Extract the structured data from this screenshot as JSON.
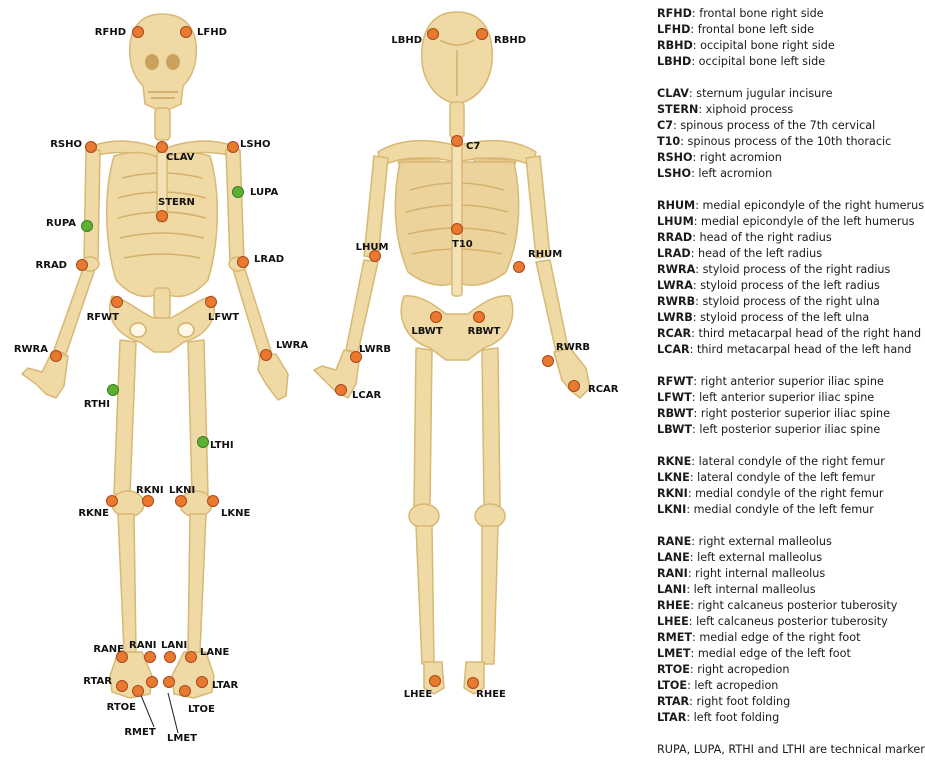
{
  "colors": {
    "bone": "#efd9a4",
    "bone_outline": "#d8b873",
    "bone_shade": "#e2c388",
    "anatomical_marker": "#e8792e",
    "technical_marker": "#5cb135",
    "marker_outline": "#a9471b",
    "technical_outline": "#3a7f1f"
  },
  "figures": {
    "front": {
      "markers": [
        {
          "code": "RFHD",
          "type": "anatomical"
        },
        {
          "code": "LFHD",
          "type": "anatomical"
        },
        {
          "code": "RSHO",
          "type": "anatomical"
        },
        {
          "code": "CLAV",
          "type": "anatomical"
        },
        {
          "code": "LSHO",
          "type": "anatomical"
        },
        {
          "code": "LUPA",
          "type": "technical"
        },
        {
          "code": "STERN",
          "type": "anatomical"
        },
        {
          "code": "RUPA",
          "type": "technical"
        },
        {
          "code": "RRAD",
          "type": "anatomical"
        },
        {
          "code": "LRAD",
          "type": "anatomical"
        },
        {
          "code": "RFWT",
          "type": "anatomical"
        },
        {
          "code": "LFWT",
          "type": "anatomical"
        },
        {
          "code": "RWRA",
          "type": "anatomical"
        },
        {
          "code": "LWRA",
          "type": "anatomical"
        },
        {
          "code": "RTHI",
          "type": "technical"
        },
        {
          "code": "LTHI",
          "type": "technical"
        },
        {
          "code": "RKNI",
          "type": "anatomical"
        },
        {
          "code": "LKNI",
          "type": "anatomical"
        },
        {
          "code": "RKNE",
          "type": "anatomical"
        },
        {
          "code": "LKNE",
          "type": "anatomical"
        },
        {
          "code": "RANE",
          "type": "anatomical"
        },
        {
          "code": "RANI",
          "type": "anatomical"
        },
        {
          "code": "LANI",
          "type": "anatomical"
        },
        {
          "code": "LANE",
          "type": "anatomical"
        },
        {
          "code": "RTAR",
          "type": "anatomical"
        },
        {
          "code": "RTOE",
          "type": "anatomical"
        },
        {
          "code": "LTOE",
          "type": "anatomical"
        },
        {
          "code": "LTAR",
          "type": "anatomical"
        },
        {
          "code": "RMET",
          "type": "anatomical"
        },
        {
          "code": "LMET",
          "type": "anatomical"
        }
      ]
    },
    "back": {
      "markers": [
        {
          "code": "LBHD",
          "type": "anatomical"
        },
        {
          "code": "RBHD",
          "type": "anatomical"
        },
        {
          "code": "C7",
          "type": "anatomical"
        },
        {
          "code": "T10",
          "type": "anatomical"
        },
        {
          "code": "LHUM",
          "type": "anatomical"
        },
        {
          "code": "RHUM",
          "type": "anatomical"
        },
        {
          "code": "LBWT",
          "type": "anatomical"
        },
        {
          "code": "RBWT",
          "type": "anatomical"
        },
        {
          "code": "LWRB",
          "type": "anatomical"
        },
        {
          "code": "RWRB",
          "type": "anatomical"
        },
        {
          "code": "LCAR",
          "type": "anatomical"
        },
        {
          "code": "RCAR",
          "type": "anatomical"
        },
        {
          "code": "LHEE",
          "type": "anatomical"
        },
        {
          "code": "RHEE",
          "type": "anatomical"
        }
      ]
    }
  },
  "legend": {
    "groups": [
      [
        {
          "code": "RFHD",
          "desc": "frontal bone right side"
        },
        {
          "code": "LFHD",
          "desc": "frontal bone left side"
        },
        {
          "code": "RBHD",
          "desc": "occipital bone right side"
        },
        {
          "code": "LBHD",
          "desc": "occipital bone left side"
        }
      ],
      [
        {
          "code": "CLAV",
          "desc": "sternum jugular incisure"
        },
        {
          "code": "STERN",
          "desc": "xiphoid process"
        },
        {
          "code": "C7",
          "desc": "spinous process of the 7th cervical"
        },
        {
          "code": "T10",
          "desc": "spinous process of the 10th thoracic"
        },
        {
          "code": "RSHO",
          "desc": "right acromion"
        },
        {
          "code": "LSHO",
          "desc": "left acromion"
        }
      ],
      [
        {
          "code": "RHUM",
          "desc": "medial epicondyle of the right humerus"
        },
        {
          "code": "LHUM",
          "desc": "medial epicondyle of the left humerus"
        },
        {
          "code": "RRAD",
          "desc": "head of the right radius"
        },
        {
          "code": "LRAD",
          "desc": "head of the left radius"
        },
        {
          "code": "RWRA",
          "desc": "styloid process of the right radius"
        },
        {
          "code": "LWRA",
          "desc": "styloid process of the left radius"
        },
        {
          "code": "RWRB",
          "desc": "styloid process of the right ulna"
        },
        {
          "code": "LWRB",
          "desc": "styloid process of the left ulna"
        },
        {
          "code": "RCAR",
          "desc": "third metacarpal head of the right hand"
        },
        {
          "code": "LCAR",
          "desc": "third metacarpal head of the left hand"
        }
      ],
      [
        {
          "code": "RFWT",
          "desc": "right anterior superior iliac spine"
        },
        {
          "code": "LFWT",
          "desc": "left anterior superior iliac spine"
        },
        {
          "code": "RBWT",
          "desc": "right posterior superior iliac spine"
        },
        {
          "code": "LBWT",
          "desc": "left posterior superior iliac spine"
        }
      ],
      [
        {
          "code": "RKNE",
          "desc": "lateral condyle of the right femur"
        },
        {
          "code": "LKNE",
          "desc": "lateral condyle of the left femur"
        },
        {
          "code": "RKNI",
          "desc": "medial condyle of the right femur"
        },
        {
          "code": "LKNI",
          "desc": "medial condyle of the left femur"
        }
      ],
      [
        {
          "code": "RANE",
          "desc": "right external malleolus"
        },
        {
          "code": "LANE",
          "desc": "left external malleolus"
        },
        {
          "code": "RANI",
          "desc": "right internal malleolus"
        },
        {
          "code": "LANI",
          "desc": "left internal malleolus"
        },
        {
          "code": "RHEE",
          "desc": "right calcaneus posterior tuberosity"
        },
        {
          "code": "LHEE",
          "desc": "left calcaneus posterior tuberosity"
        },
        {
          "code": "RMET",
          "desc": "medial edge of the right foot"
        },
        {
          "code": "LMET",
          "desc": "medial edge of the left foot"
        },
        {
          "code": "RTOE",
          "desc": "right acropedion"
        },
        {
          "code": "LTOE",
          "desc": "left acropedion"
        },
        {
          "code": "RTAR",
          "desc": "right foot folding"
        },
        {
          "code": "LTAR",
          "desc": "left foot folding"
        }
      ]
    ],
    "footnote": "RUPA, LUPA, RTHI and LTHI are technical markers"
  }
}
